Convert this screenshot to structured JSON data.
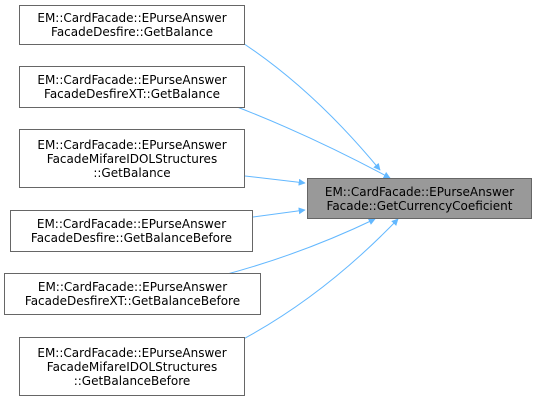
{
  "colors": {
    "edge": "#63b8ff",
    "target_fill": "#999999",
    "node_border": "#666666"
  },
  "target": {
    "name": "EM::CardFacade::EPurseAnswerFacade::GetCurrencyCoeficient",
    "lines": [
      "EM::CardFacade::EPurseAnswer",
      "Facade::GetCurrencyCoeficient"
    ]
  },
  "callers": [
    {
      "lines": [
        "EM::CardFacade::EPurseAnswer",
        "FacadeDesfire::GetBalance"
      ]
    },
    {
      "lines": [
        "EM::CardFacade::EPurseAnswer",
        "FacadeDesfireXT::GetBalance"
      ]
    },
    {
      "lines": [
        "EM::CardFacade::EPurseAnswer",
        "FacadeMifareIDOLStructures",
        "::GetBalance"
      ]
    },
    {
      "lines": [
        "EM::CardFacade::EPurseAnswer",
        "FacadeDesfire::GetBalanceBefore"
      ]
    },
    {
      "lines": [
        "EM::CardFacade::EPurseAnswer",
        "FacadeDesfireXT::GetBalanceBefore"
      ]
    },
    {
      "lines": [
        "EM::CardFacade::EPurseAnswer",
        "FacadeMifareIDOLStructures",
        "::GetBalanceBefore"
      ]
    }
  ]
}
